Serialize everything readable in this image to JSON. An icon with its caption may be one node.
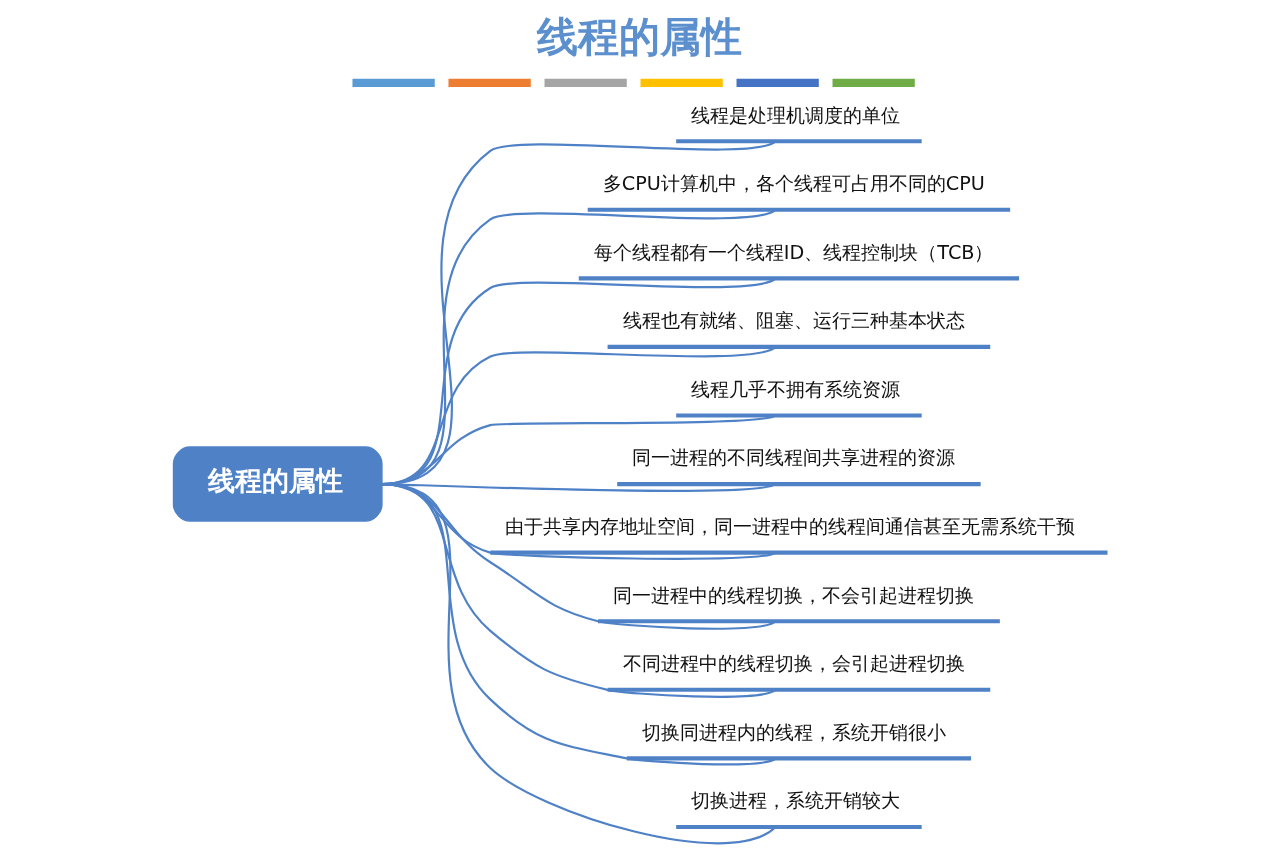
{
  "diagram": {
    "title": "线程的属性",
    "nodes": [
      {
        "text": [
          "线程的属性"
        ]
      },
      {
        "text": [
          "线程是处理机调度的单位"
        ]
      },
      {
        "text": [
          "多CPU计算机中，各个线程可占用不同的CPU"
        ]
      },
      {
        "text": [
          "每个线程都有一个线程ID、线程控制块（TCB）"
        ]
      },
      {
        "text": [
          "线程也有就绪、阻塞、运行三种基本状态"
        ]
      },
      {
        "text": [
          "线程几乎不拥有系统资源"
        ]
      },
      {
        "text": [
          "同一进程的不同线程间共享进程的资源"
        ]
      },
      {
        "text": [
          "由于共享内存地址空间，同一进程中的线程间通信甚至无需系统干预"
        ]
      },
      {
        "text": [
          "同一进程中的线程切换，不会引起进程切换"
        ]
      },
      {
        "text": [
          "不同进程中的线程切换，会引起进程切换"
        ]
      },
      {
        "text": [
          "切换同进程内的线程，系统开销很小"
        ]
      },
      {
        "text": [
          "切换进程，系统开销较大"
        ]
      }
    ],
    "edges": [
      {
        "from": 0,
        "to": 1,
        "arrow": "none"
      },
      {
        "from": 0,
        "to": 2,
        "arrow": "none"
      },
      {
        "from": 0,
        "to": 3,
        "arrow": "none"
      },
      {
        "from": 0,
        "to": 4,
        "arrow": "none"
      },
      {
        "from": 0,
        "to": 5,
        "arrow": "none"
      },
      {
        "from": 0,
        "to": 6,
        "arrow": "none"
      },
      {
        "from": 0,
        "to": 7,
        "arrow": "none"
      },
      {
        "from": 0,
        "to": 8,
        "arrow": "none"
      },
      {
        "from": 0,
        "to": 9,
        "arrow": "none"
      },
      {
        "from": 0,
        "to": 10,
        "arrow": "none"
      },
      {
        "from": 0,
        "to": 11,
        "arrow": "none"
      }
    ]
  }
}
